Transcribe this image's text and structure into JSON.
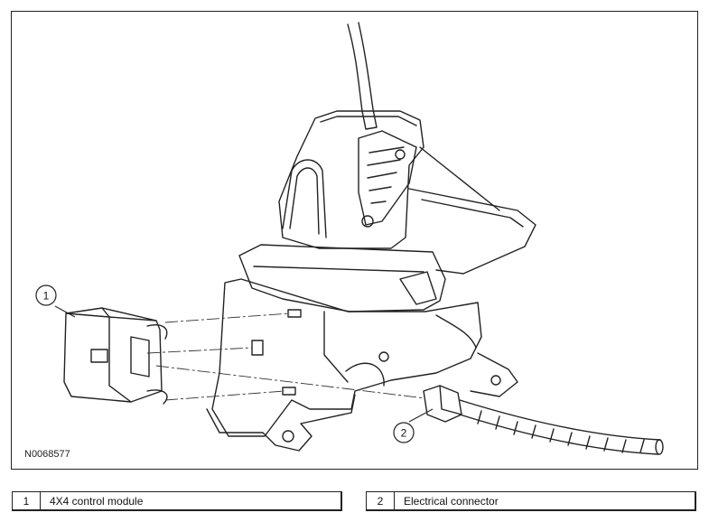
{
  "figure": {
    "id": "N0068577",
    "callouts": [
      {
        "number": "1"
      },
      {
        "number": "2"
      }
    ]
  },
  "legend": [
    {
      "number": "1",
      "label": "4X4 control module"
    },
    {
      "number": "2",
      "label": "Electrical connector"
    }
  ]
}
